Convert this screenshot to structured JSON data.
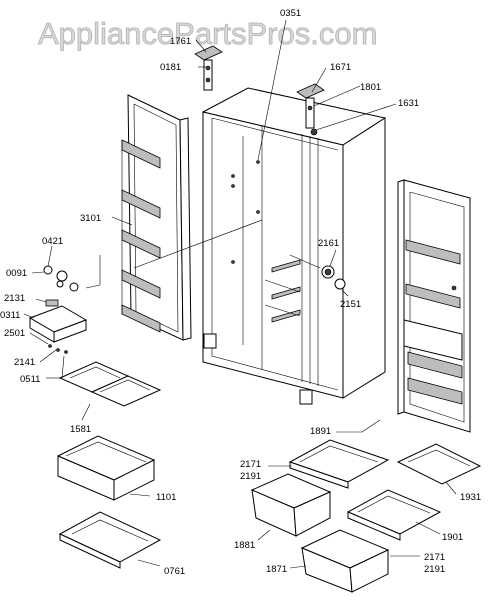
{
  "watermark": "AppliancePartsPros.com",
  "labels": {
    "p0351": "0351",
    "p1761": "1761",
    "p0181": "0181",
    "p1671": "1671",
    "p1801": "1801",
    "p1631": "1631",
    "p3101": "3101",
    "p0421": "0421",
    "p0091": "0091",
    "p2131": "2131",
    "p0311": "0311",
    "p2501": "2501",
    "p2141": "2141",
    "p0511": "0511",
    "p2161": "2161",
    "p2151": "2151",
    "p1581": "1581",
    "p1891": "1891",
    "p2171a": "2171",
    "p2191a": "2191",
    "p1101": "1101",
    "p1931": "1931",
    "p1881": "1881",
    "p1901": "1901",
    "p0761": "0761",
    "p1871": "1871",
    "p2171b": "2171",
    "p2191b": "2191"
  }
}
